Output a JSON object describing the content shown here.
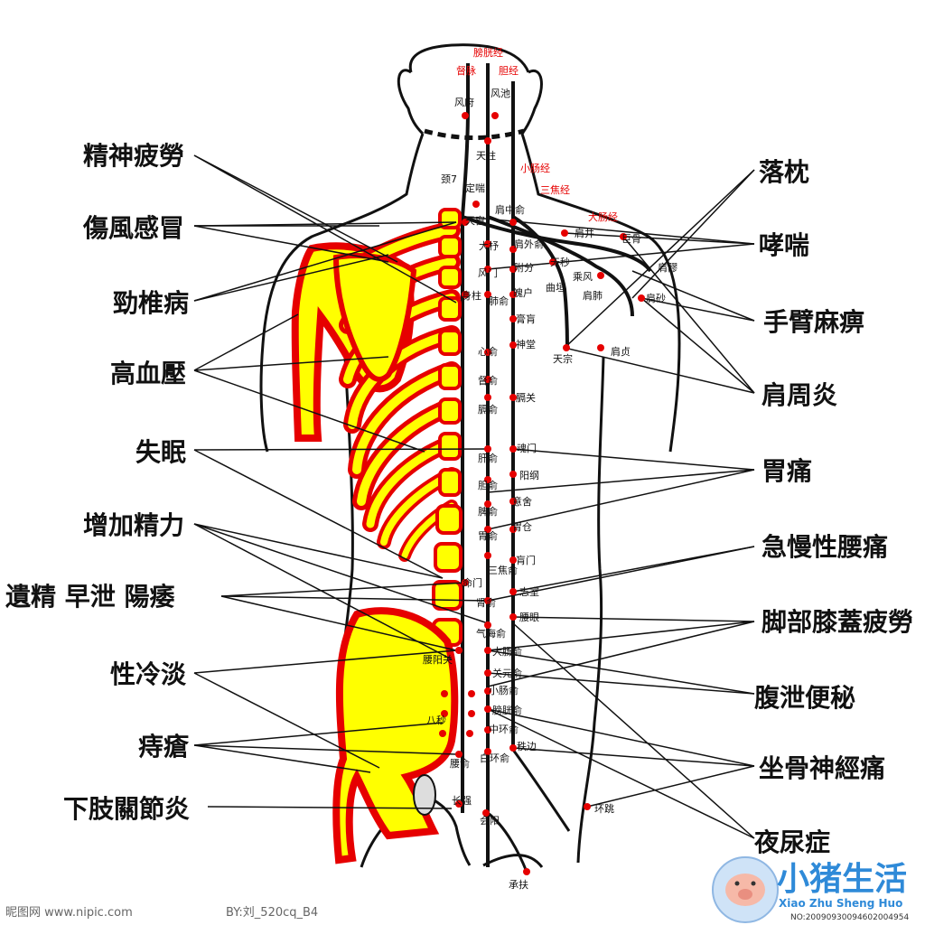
{
  "colors": {
    "accent": "#e60000",
    "bone": "#ffff00",
    "line": "#111111"
  },
  "meridians": [
    "膀胱经",
    "督脉",
    "胆经",
    "小肠经",
    "三焦经",
    "大肠经"
  ],
  "left_labels": [
    "精神疲勞",
    "傷風感冒",
    "勁椎病",
    "高血壓",
    "失眠",
    "增加精力",
    "遺精 早泄 陽痿",
    "性冷淡",
    "痔瘡",
    "下肢關節炎"
  ],
  "right_labels": [
    "落枕",
    "哮喘",
    "手臂麻痹",
    "肩周炎",
    "胃痛",
    "急慢性腰痛",
    "脚部膝蓋疲勞",
    "腹泄便秘",
    "坐骨神經痛",
    "夜尿症"
  ],
  "points": [
    "风府",
    "风池",
    "天柱",
    "颈7",
    "定喘",
    "肩中俞",
    "天窗",
    "大杼",
    "肩外俞",
    "肩井",
    "巨骨",
    "天秒",
    "风门",
    "附分",
    "乘风",
    "肩髎",
    "曲垣",
    "身柱",
    "魄户",
    "肺俞",
    "肩肺",
    "肩砂",
    "膏肓",
    "神堂",
    "心俞",
    "天宗",
    "肩贞",
    "督俞",
    "膈关",
    "膈俞",
    "魂门",
    "肝俞",
    "阳纲",
    "胆俞",
    "意舍",
    "脾俞",
    "胃仓",
    "胃俞",
    "肓门",
    "三焦俞",
    "命门",
    "志室",
    "肾俞",
    "腰眼",
    "气海俞",
    "腰阳关",
    "大肠俞",
    "关元俞",
    "小肠俞",
    "膀胱俞",
    "八秒",
    "中环俞",
    "秩边",
    "白环俞",
    "腰俞",
    "长强",
    "环跳",
    "会阳",
    "承扶"
  ],
  "watermark": {
    "left": "昵图网 www.nipic.com",
    "by": "BY:刘_520cq_B4",
    "brand": "小猪生活",
    "brand_en": "Xiao Zhu Sheng Huo",
    "number": "NO:20090930094602004954"
  }
}
